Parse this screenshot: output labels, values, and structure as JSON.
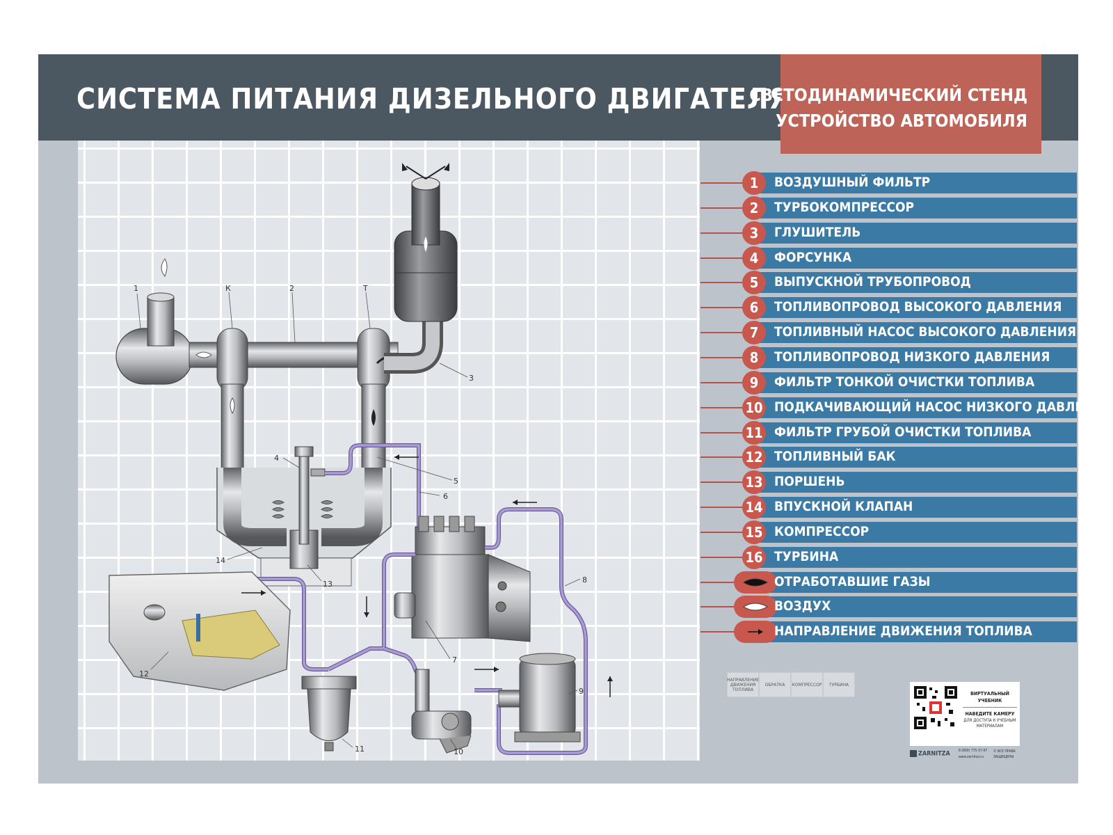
{
  "header": {
    "title": "СИСТЕМА ПИТАНИЯ ДИЗЕЛЬНОГО ДВИГАТЕЛЯ (КАТ. С)",
    "stand_line1": "СВЕТОДИНАМИЧЕСКИЙ СТЕНД",
    "stand_line2": "УСТРОЙСТВО АВТОМОБИЛЯ"
  },
  "legend": [
    {
      "num": "1",
      "text": "ВОЗДУШНЫЙ ФИЛЬТР"
    },
    {
      "num": "2",
      "text": "ТУРБОКОМПРЕССОР"
    },
    {
      "num": "3",
      "text": "ГЛУШИТЕЛЬ"
    },
    {
      "num": "4",
      "text": "ФОРСУНКА"
    },
    {
      "num": "5",
      "text": "ВЫПУСКНОЙ ТРУБОПРОВОД"
    },
    {
      "num": "6",
      "text": "ТОПЛИВОПРОВОД ВЫСОКОГО ДАВЛЕНИЯ"
    },
    {
      "num": "7",
      "text": "ТОПЛИВНЫЙ НАСОС ВЫСОКОГО ДАВЛЕНИЯ"
    },
    {
      "num": "8",
      "text": "ТОПЛИВОПРОВОД НИЗКОГО ДАВЛЕНИЯ"
    },
    {
      "num": "9",
      "text": "ФИЛЬТР ТОНКОЙ ОЧИСТКИ ТОПЛИВА"
    },
    {
      "num": "10",
      "text": "ПОДКАЧИВАЮЩИЙ НАСОС НИЗКОГО ДАВЛЕНИЯ"
    },
    {
      "num": "11",
      "text": "ФИЛЬТР ГРУБОЙ ОЧИСТКИ ТОПЛИВА"
    },
    {
      "num": "12",
      "text": "ТОПЛИВНЫЙ БАК"
    },
    {
      "num": "13",
      "text": "ПОРШЕНЬ"
    },
    {
      "num": "14",
      "text": "ВПУСКНОЙ КЛАПАН"
    },
    {
      "num": "15",
      "text": "КОМПРЕССОР"
    },
    {
      "num": "16",
      "text": "ТУРБИНА"
    }
  ],
  "flow_legend": [
    {
      "symbol": "dark-flame-icon",
      "text": "ОТРАБОТАВШИЕ ГАЗЫ"
    },
    {
      "symbol": "light-flame-icon",
      "text": "ВОЗДУХ"
    },
    {
      "symbol": "arrow-icon",
      "text": "НАПРАВЛЕНИЕ ДВИЖЕНИЯ ТОПЛИВА"
    }
  ],
  "small_tabs": [
    "НАПРАВЛЕНИЕ ДВИЖЕНИЯ ТОПЛИВА",
    "ОБРАТКА",
    "КОМПРЕССОР",
    "ТУРБИНА"
  ],
  "diagram_labels": {
    "l1": "1",
    "lK": "К",
    "l2": "2",
    "lT": "Т",
    "l3": "3",
    "l4": "4",
    "l5": "5",
    "l6": "6",
    "l7": "7",
    "l8": "8",
    "l9": "9",
    "l10": "10",
    "l11": "11",
    "l12": "12",
    "l13": "13",
    "l14": "14"
  },
  "qr": {
    "title": "ВИРТУАЛЬНЫЙ УЧЕБНИК",
    "instruction": "НАВЕДИТЕ КАМЕРУ",
    "instruction_sub": "ДЛЯ ДОСТУПА К УЧЕБНЫМ МАТЕРИАЛАМ"
  },
  "footer": {
    "brand": "ZARNITZA",
    "phone": "8 (800) 775-37-97",
    "site": "www.zarnitza.ru",
    "rights": "© ВСЕ ПРАВА ЗАЩИЩЕНЫ"
  },
  "colors": {
    "header_bg": "#4b5761",
    "accent_red": "#c8584d",
    "legend_blue": "#3c7aa6",
    "fuel_line": "#9b8ec4"
  }
}
